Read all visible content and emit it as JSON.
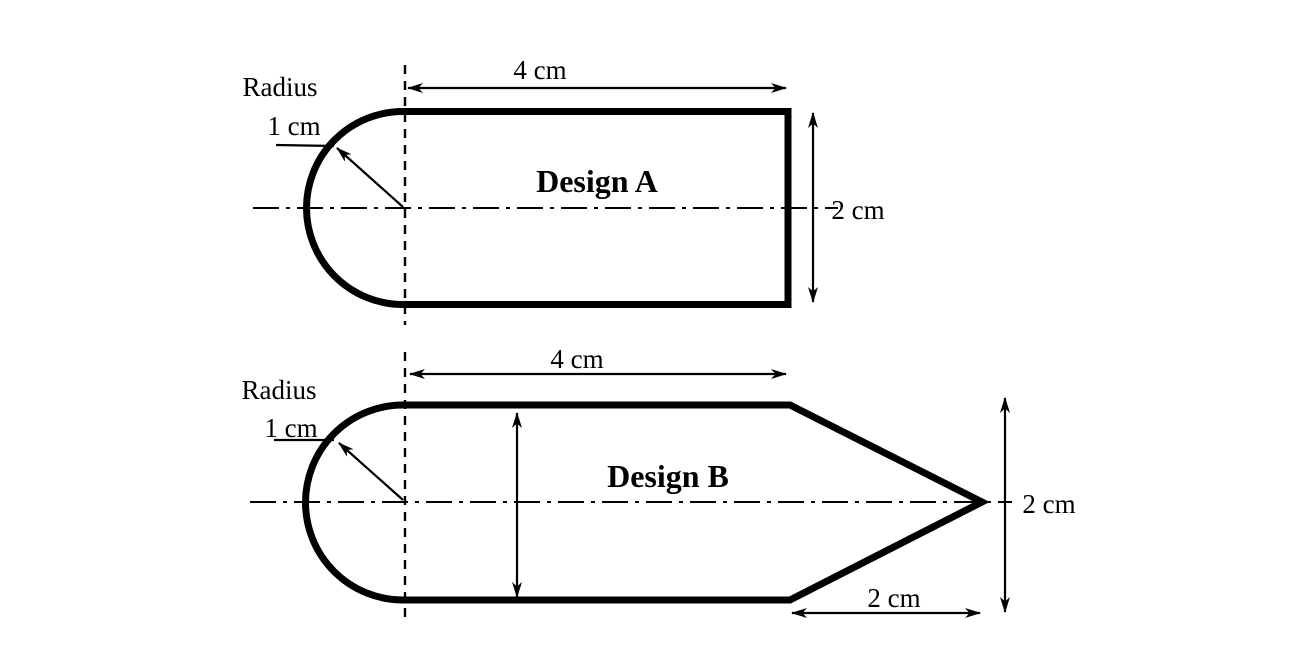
{
  "colors": {
    "ink": "#000000",
    "background": "#ffffff"
  },
  "design_a": {
    "title": "Design A",
    "length_label": "4 cm",
    "height_label": "2 cm",
    "radius_word": "Radius",
    "radius_value": "1 cm"
  },
  "design_b": {
    "title": "Design B",
    "length_label": "4 cm",
    "height_label": "2 cm",
    "tip_length_label": "2 cm",
    "radius_word": "Radius",
    "radius_value": "1 cm"
  }
}
